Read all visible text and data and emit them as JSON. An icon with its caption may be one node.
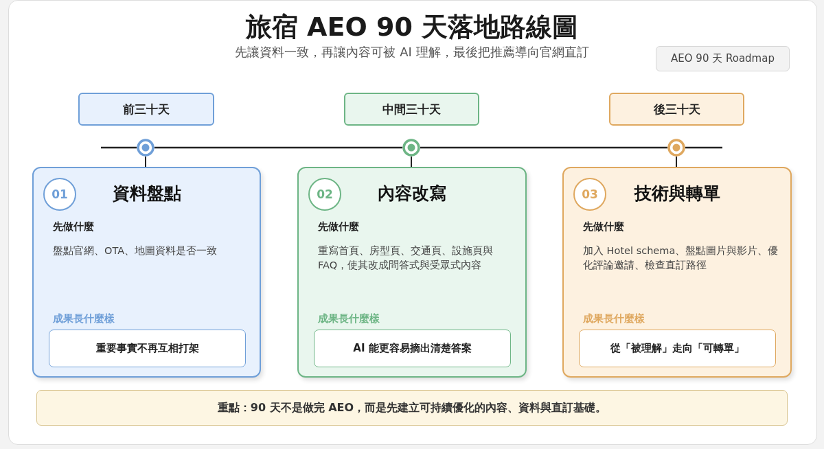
{
  "diagram": {
    "title": "旅宿 AEO 90 天落地路線圖",
    "caption": "先讓資料一致，再讓內容可被 AI 理解，最後把推薦導向官網直訂",
    "nodes": [
      {
        "text": [
          "AEO 90 天 Roadmap"
        ]
      },
      {
        "text": [
          "前三十天"
        ]
      },
      {
        "text": [
          "中間三十天"
        ]
      },
      {
        "text": [
          "後三十天"
        ]
      },
      {
        "text": [],
        "shape": "circle"
      },
      {
        "text": [],
        "shape": "circle"
      },
      {
        "text": [],
        "shape": "circle"
      },
      {
        "text": [
          "資料盤點",
          "先做什麼",
          "盤點官網、OTA、地圖資料是否一致",
          "成果長什麼樣"
        ]
      },
      {
        "text": [
          "01"
        ],
        "in": 7
      },
      {
        "text": [
          "重要事實不再互相打架"
        ],
        "in": 7
      },
      {
        "text": [
          "內容改寫",
          "先做什麼",
          "重寫首頁、房型頁、交通頁、設施頁與FAQ，使其改成問答式與受眾式內容",
          "成果長什麼樣"
        ]
      },
      {
        "text": [
          "02"
        ],
        "in": 10
      },
      {
        "text": [
          "AI 能更容易摘出清楚答案"
        ],
        "in": 10
      },
      {
        "text": [
          "技術與轉單",
          "先做什麼",
          "加入 Hotel schema、盤點圖片與影片、優化評論邀請、檢查直訂路徑",
          "成果長什麼樣"
        ]
      },
      {
        "text": [
          "03"
        ],
        "in": 13
      },
      {
        "text": [
          "從「被理解」走向「可轉單」"
        ],
        "in": 13
      },
      {
        "text": [
          "重點：90 天不是做完 AEO，而是先建立可持續優化的內容、資料與直訂基礎。"
        ]
      }
    ],
    "edges": [
      {
        "from": 4,
        "to": 5,
        "arrow": "none"
      },
      {
        "from": 5,
        "to": 6,
        "arrow": "none"
      },
      {
        "from": 4,
        "to": 7,
        "arrow": "none"
      },
      {
        "from": 5,
        "to": 10,
        "arrow": "none"
      },
      {
        "from": 6,
        "to": 13,
        "arrow": "none"
      }
    ]
  }
}
